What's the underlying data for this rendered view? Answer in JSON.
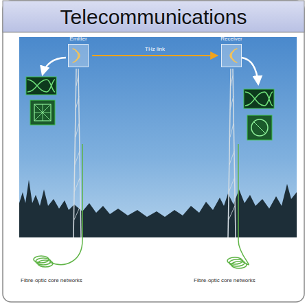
{
  "diagram": {
    "title": "Telecommunications",
    "nodes": [
      {
        "text": [
          "Emitter"
        ]
      },
      {
        "text": [
          "Receiver"
        ]
      }
    ],
    "edges": [
      {
        "from": 0,
        "to": 1,
        "label": "THz link",
        "arrow": "to"
      }
    ],
    "labels": [
      "Fibre-optic core networks",
      "Fibre-optic core networks"
    ]
  }
}
